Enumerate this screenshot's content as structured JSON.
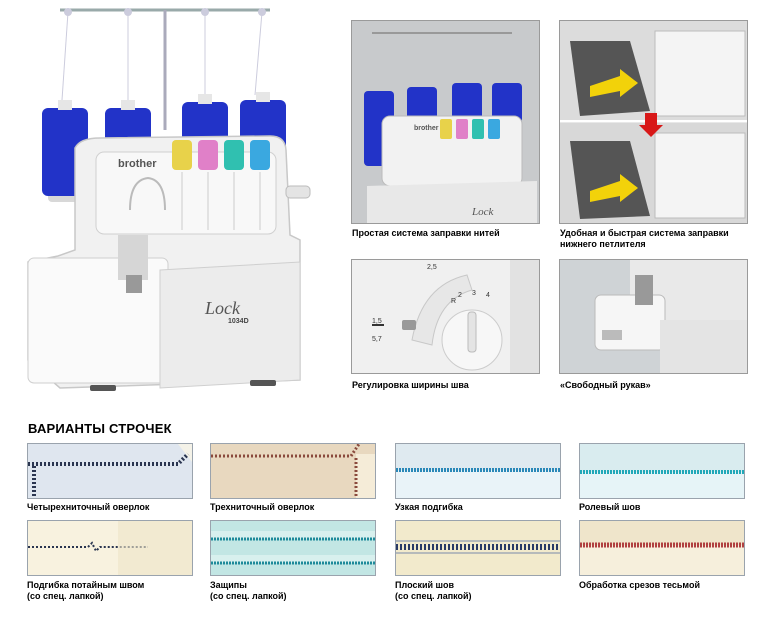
{
  "main_photo": {
    "brand": "brother",
    "model_script": "Lock",
    "model_number": "1034D"
  },
  "feature_photos": [
    {
      "caption_lines": [
        "Простая система заправки нитей"
      ],
      "brand": "brother",
      "model_script": "Lock"
    },
    {
      "caption_lines": [
        "Удобная и быстрая система заправки",
        "нижнего петлителя"
      ]
    },
    {
      "caption_lines": [
        "Регулировка ширины шва"
      ],
      "dial_labels": [
        "2,5",
        "R",
        "2",
        "3",
        "4",
        "5,7",
        "1,5"
      ]
    },
    {
      "caption_lines": [
        "«Свободный рукав»"
      ]
    }
  ],
  "section_title": "ВАРИАНТЫ СТРОЧЕК",
  "stitch_variants": [
    {
      "caption_lines": [
        "Четырехниточный оверлок"
      ]
    },
    {
      "caption_lines": [
        "Трехниточный оверлок"
      ]
    },
    {
      "caption_lines": [
        "Узкая подгибка"
      ]
    },
    {
      "caption_lines": [
        "Ролевый шов"
      ]
    },
    {
      "caption_lines": [
        "Подгибка потайным швом",
        "(со спец. лапкой)"
      ]
    },
    {
      "caption_lines": [
        "Защипы",
        "(со спец. лапкой)"
      ]
    },
    {
      "caption_lines": [
        "Плоский шов",
        "(со спец. лапкой)"
      ]
    },
    {
      "caption_lines": [
        "Обработка срезов тесьмой"
      ]
    }
  ],
  "colors": {
    "thread_blue": "#2233c8",
    "thread_yellow": "#e8d24a",
    "thread_pink": "#e080c8",
    "thread_teal": "#30c0b0",
    "thread_cyan": "#3aa8e0",
    "stitch_red": "#b04040"
  }
}
